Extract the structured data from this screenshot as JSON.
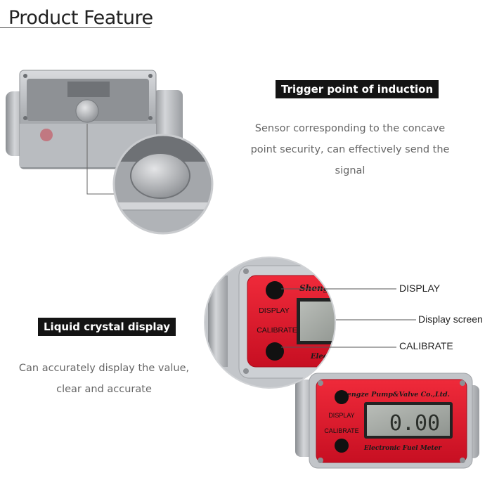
{
  "header": {
    "title": "Product Feature"
  },
  "section_trigger": {
    "tag": "Trigger point of induction",
    "description_lines": [
      "Sensor corresponding to the concave",
      "point security, can effectively send the",
      "signal"
    ]
  },
  "section_lcd": {
    "tag": "Liquid crystal display",
    "description_lines": [
      "Can accurately display the value,",
      "clear and accurate"
    ]
  },
  "callouts": {
    "display": "DISPLAY",
    "screen": "Display screen",
    "calibrate": "CALIBRATE"
  },
  "meter": {
    "brand": "Shengze Pump&Valve Co.,Ltd.",
    "brand_zoom": "Shengze",
    "button_display": "DISPLAY",
    "button_calibrate": "CALIBRATE",
    "lcd_value": "0.00",
    "footer": "Electronic Fuel Meter",
    "footer_zoom": "Electr"
  },
  "colors": {
    "meter_red": "#e0182b",
    "metal": "#b5b8bc",
    "tag_bg": "#141414"
  }
}
